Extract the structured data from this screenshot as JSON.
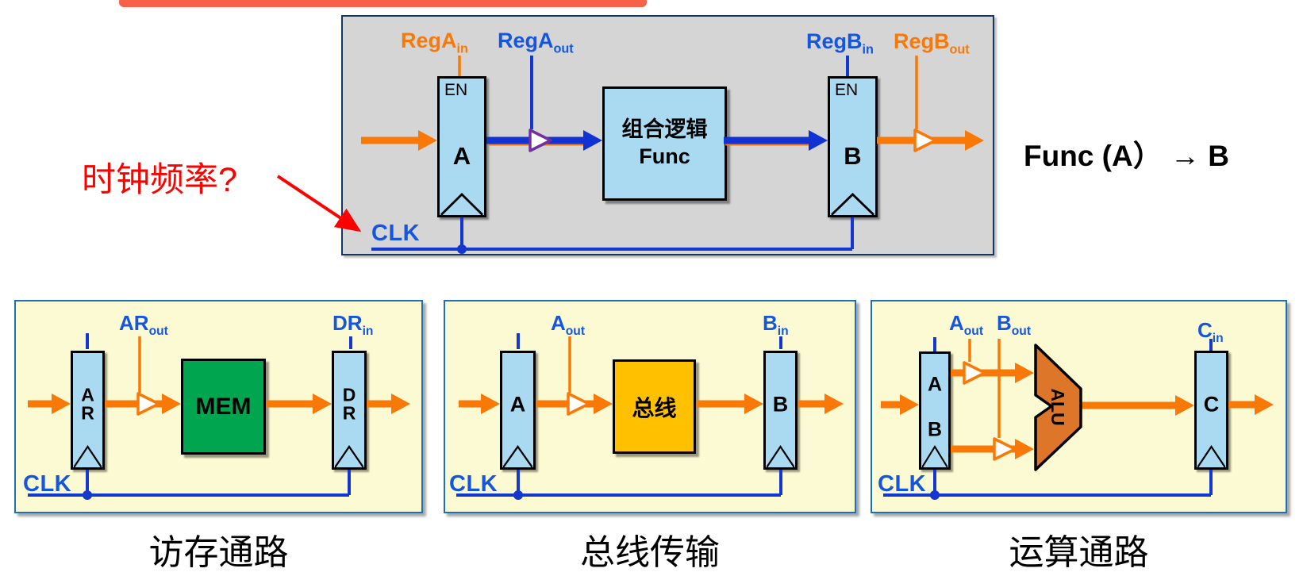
{
  "colors": {
    "top_bar_red": "#F9604A",
    "annotation_red": "#FF0000",
    "wire_orange": "#F97908",
    "wire_blue": "#1437CE",
    "label_blue": "#1456E0",
    "buffer_purple_outline": "#7030A0",
    "panel_gray": "#D5D5D5",
    "panel_yellow": "#FCFAD2",
    "register_blue": "#A9DAF2",
    "mem_green": "#00A550",
    "bus_amber": "#FFC000",
    "alu_orange": "#DE7629"
  },
  "annotation": {
    "text": "时钟频率?"
  },
  "formula": {
    "text": "Func (A） → B"
  },
  "main_panel": {
    "labels": {
      "rega_in": {
        "base": "RegA",
        "sub": "in"
      },
      "rega_out": {
        "base": "RegA",
        "sub": "out"
      },
      "regb_in": {
        "base": "RegB",
        "sub": "in"
      },
      "regb_out": {
        "base": "RegB",
        "sub": "out"
      }
    },
    "reg_a": {
      "en": "EN",
      "letter": "A"
    },
    "reg_b": {
      "en": "EN",
      "letter": "B"
    },
    "func_box": {
      "line1": "组合逻辑",
      "line2": "Func"
    },
    "clk": "CLK"
  },
  "panel_mem": {
    "labels": {
      "ar_out": {
        "base": "AR",
        "sub": "out"
      },
      "dr_in": {
        "base": "DR",
        "sub": "in"
      }
    },
    "reg_ar": {
      "letters": [
        "A",
        "R"
      ]
    },
    "reg_dr": {
      "letters": [
        "D",
        "R"
      ]
    },
    "center_box": {
      "text": "MEM",
      "color": "#00A550"
    },
    "clk": "CLK",
    "caption": "访存通路"
  },
  "panel_bus": {
    "labels": {
      "a_out": {
        "base": "A",
        "sub": "out"
      },
      "b_in": {
        "base": "B",
        "sub": "in"
      }
    },
    "reg_a": {
      "letter": "A"
    },
    "reg_b": {
      "letter": "B"
    },
    "center_box": {
      "text": "总线",
      "color": "#FFC000"
    },
    "clk": "CLK",
    "caption": "总线传输"
  },
  "panel_alu": {
    "labels": {
      "a_out": {
        "base": "A",
        "sub": "out"
      },
      "b_out": {
        "base": "B",
        "sub": "out"
      },
      "c_in": {
        "base": "C",
        "sub": "in"
      }
    },
    "reg_ab": {
      "letters": [
        "A",
        "B"
      ]
    },
    "reg_c": {
      "letter": "C"
    },
    "alu": {
      "text": "ALU",
      "color": "#DE7629"
    },
    "clk": "CLK",
    "caption": "运算通路"
  }
}
